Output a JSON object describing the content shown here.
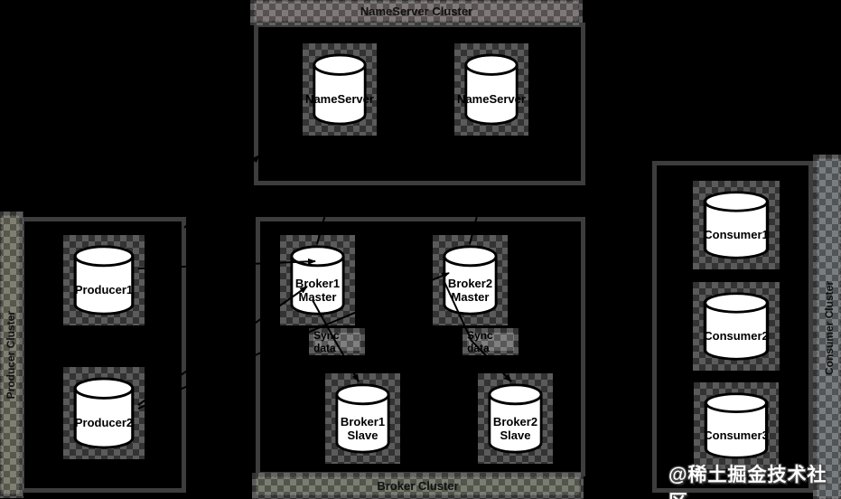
{
  "clusters": {
    "nameserver": {
      "title": "NameServer Cluster",
      "nodes": [
        {
          "label": "NameServer"
        },
        {
          "label": "NameServer"
        }
      ]
    },
    "broker": {
      "title": "Broker Cluster",
      "nodes": [
        {
          "label": "Broker1\nMaster"
        },
        {
          "label": "Broker2\nMaster"
        },
        {
          "label": "Broker1\nSlave"
        },
        {
          "label": "Broker2\nSlave"
        }
      ],
      "sync_labels": [
        {
          "label": "Sync data"
        },
        {
          "label": "Sync data"
        }
      ]
    },
    "producer": {
      "title": "Producer Cluster",
      "nodes": [
        {
          "label": "Producer1"
        },
        {
          "label": "Producer2"
        }
      ]
    },
    "consumer": {
      "title": "Consumer Cluster",
      "nodes": [
        {
          "label": "Consumer1"
        },
        {
          "label": "Consumer2"
        },
        {
          "label": "Consumer3"
        }
      ]
    }
  },
  "watermark": {
    "label": "@稀土掘金技术社区"
  },
  "colors": {
    "background": "#000000",
    "box-border": "#3d3d3d",
    "ns-pink": "#f8ccd0",
    "broker-green": "#d6e89e",
    "producer-yellow": "#f9f6a4",
    "consumer-blue": "#d4e6f7",
    "cylinder-fill": "#ffffff",
    "line": "#000000",
    "halo-dark": "#3c3c3c",
    "halo-light": "#6b6b6b"
  }
}
